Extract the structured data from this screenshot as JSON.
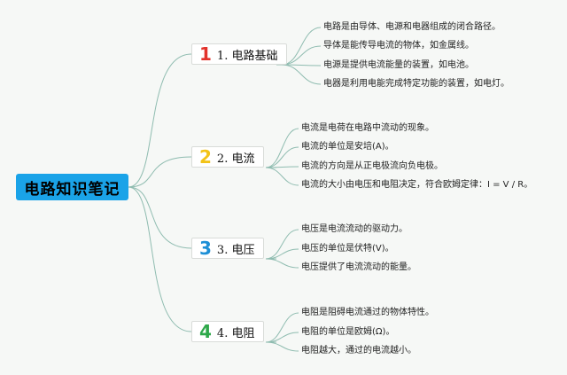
{
  "root": {
    "label": "电路知识笔记"
  },
  "branches": [
    {
      "number": "1",
      "label": "1. 电路基础",
      "color": "#e2322b",
      "items": [
        "电路是由导体、电源和电器组成的闭合路径。",
        "导体是能传导电流的物体，如金属线。",
        "电源是提供电流能量的装置，如电池。",
        "电器是利用电能完成特定功能的装置，如电灯。"
      ]
    },
    {
      "number": "2",
      "label": "2. 电流",
      "color": "#f2c318",
      "items": [
        "电流是电荷在电路中流动的现象。",
        "电流的单位是安培(A)。",
        "电流的方向是从正电极流向负电极。",
        "电流的大小由电压和电阻决定，符合欧姆定律：I = V / R。"
      ]
    },
    {
      "number": "3",
      "label": "3. 电压",
      "color": "#1d8fd6",
      "items": [
        "电压是电流流动的驱动力。",
        "电压的单位是伏特(V)。",
        "电压提供了电流流动的能量。"
      ]
    },
    {
      "number": "4",
      "label": "4. 电阻",
      "color": "#2ea84a",
      "items": [
        "电阻是阻碍电流通过的物体特性。",
        "电阻的单位是欧姆(Ω)。",
        "电阻越大，通过的电流越小。"
      ]
    }
  ],
  "line_color": "#8fbcb0"
}
